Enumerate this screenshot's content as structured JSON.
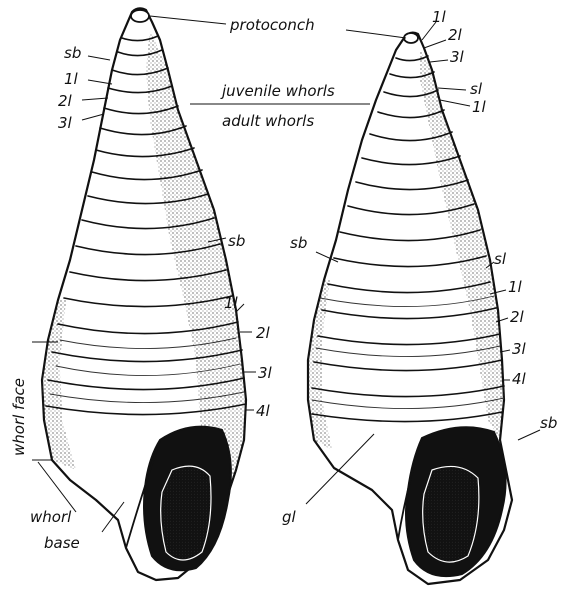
{
  "labels": {
    "protoconch": "protoconch",
    "juvenile_whorls": "juvenile whorls",
    "adult_whorls": "adult whorls",
    "whorl_face": "whorl face",
    "whorl_base": "whorl base",
    "gl": "gl",
    "left_shell": {
      "sb_top": "sb",
      "l1_top": "1l",
      "l2_top": "2l",
      "l3_top": "3l",
      "sb_mid": "sb",
      "l1": "1l",
      "l2": "2l",
      "l3": "3l",
      "l4": "4l"
    },
    "right_shell": {
      "l1_top": "1l",
      "l2_top": "2l",
      "l3_top": "3l",
      "sl_top": "sl",
      "l1_mid_top": "1l",
      "sb_mid": "sb",
      "sl": "sl",
      "l1": "1l",
      "l2": "2l",
      "l3": "3l",
      "l4": "4l",
      "sb_low": "sb"
    }
  }
}
